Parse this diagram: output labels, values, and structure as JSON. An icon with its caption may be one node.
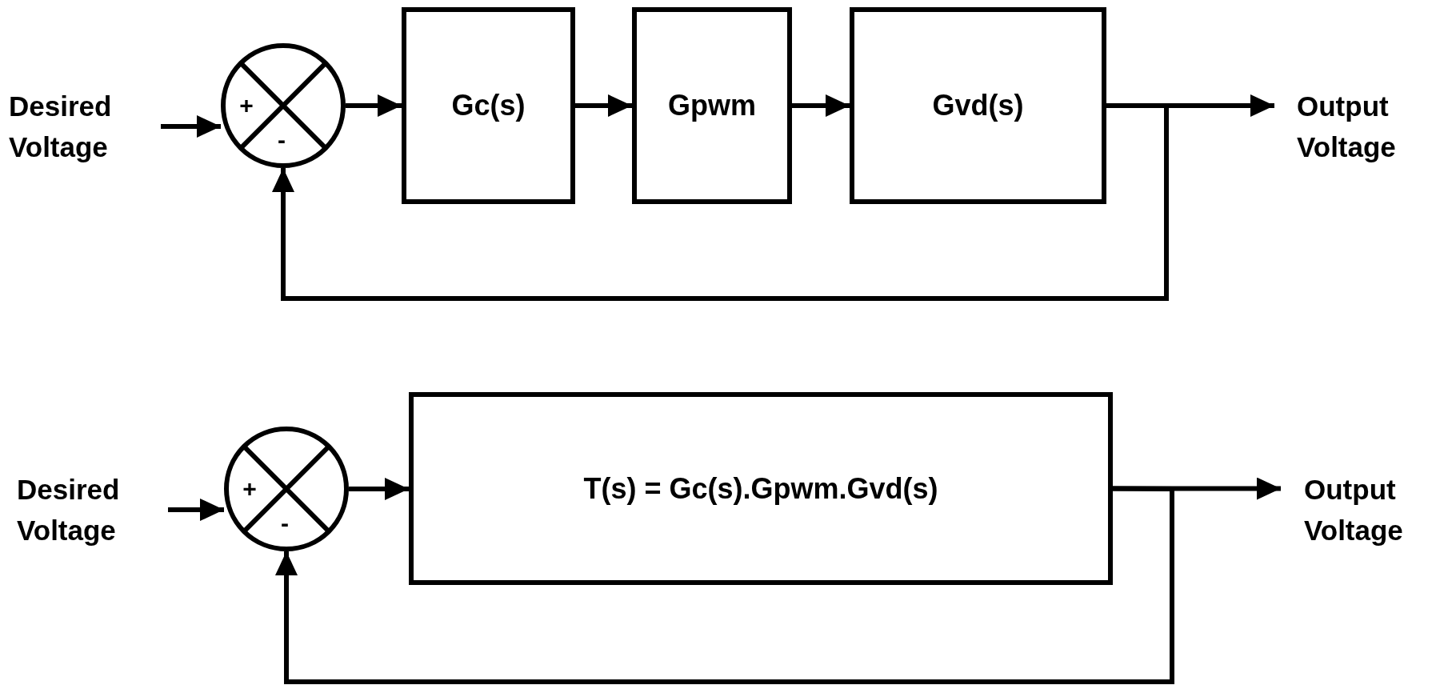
{
  "diagram": {
    "nodes": [
      {
        "text": [
          "Desired Voltage"
        ]
      },
      {
        "text": [
          "+",
          "-"
        ]
      },
      {
        "text": [
          "Gc(s)"
        ]
      },
      {
        "text": [
          "Gpwm"
        ]
      },
      {
        "text": [
          "Gvd(s)"
        ]
      },
      {
        "text": [
          "Output Voltage"
        ]
      },
      {
        "text": [
          "Desired Voltage"
        ]
      },
      {
        "text": [
          "+",
          "-"
        ]
      },
      {
        "text": [
          "T(s) = Gc(s).Gpwm.Gvd(s)"
        ]
      },
      {
        "text": [
          "Output Voltage"
        ]
      }
    ],
    "edges": [
      {
        "from": 0,
        "to": 1,
        "arrow": "to"
      },
      {
        "from": 1,
        "to": 2,
        "arrow": "to"
      },
      {
        "from": 2,
        "to": 3,
        "arrow": "to"
      },
      {
        "from": 3,
        "to": 4,
        "arrow": "to"
      },
      {
        "from": 4,
        "to": 5,
        "arrow": "to"
      },
      {
        "from": 4,
        "to": 1,
        "arrow": "to"
      },
      {
        "from": 6,
        "to": 7,
        "arrow": "to"
      },
      {
        "from": 7,
        "to": 8,
        "arrow": "to"
      },
      {
        "from": 8,
        "to": 9,
        "arrow": "to"
      },
      {
        "from": 8,
        "to": 7,
        "arrow": "to"
      }
    ]
  }
}
